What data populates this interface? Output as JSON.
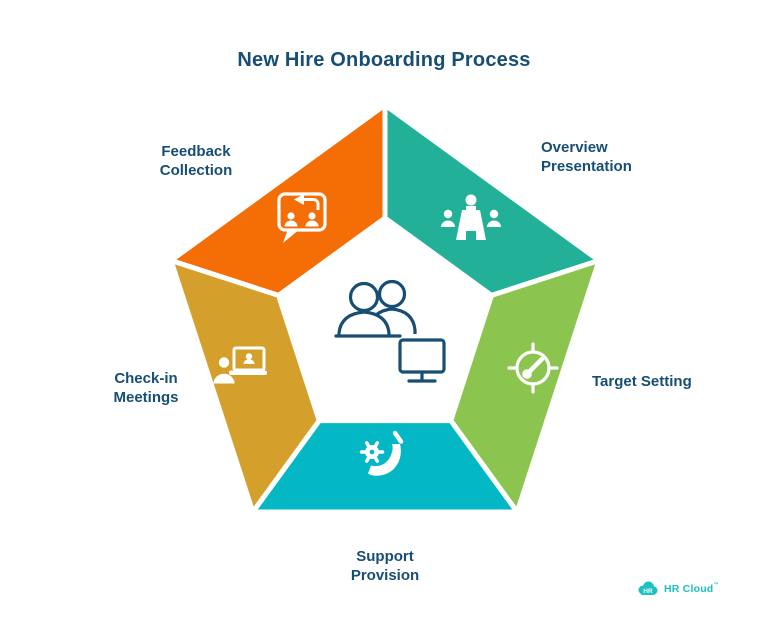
{
  "title": "New Hire Onboarding Process",
  "diagram": {
    "type": "pentagon-cycle",
    "center_icon": "people-with-monitor-icon",
    "segments": [
      {
        "label": "Feedback\nCollection",
        "color": "#F46D05",
        "icon": "feedback-chat-icon",
        "position": "top-left"
      },
      {
        "label": "Overview\nPresentation",
        "color": "#23B098",
        "icon": "presentation-meeting-icon",
        "position": "top-right"
      },
      {
        "label": "Target Setting",
        "color": "#8CC450",
        "icon": "target-gauge-icon",
        "position": "right"
      },
      {
        "label": "Support\nProvision",
        "color": "#04B7C4",
        "icon": "hand-gear-icon",
        "position": "bottom"
      },
      {
        "label": "Check-in\nMeetings",
        "color": "#D59F2C",
        "icon": "video-call-person-icon",
        "position": "left"
      }
    ]
  },
  "colors": {
    "title_text": "#174E74",
    "label_text": "#174E74",
    "center_icon_stroke": "#174E74",
    "icon_fill": "#FFFFFF",
    "background": "#FFFFFF"
  },
  "logo": {
    "badge_text": "HR",
    "name": "HR Cloud",
    "trademark": "™",
    "color": "#1BC2C0"
  }
}
